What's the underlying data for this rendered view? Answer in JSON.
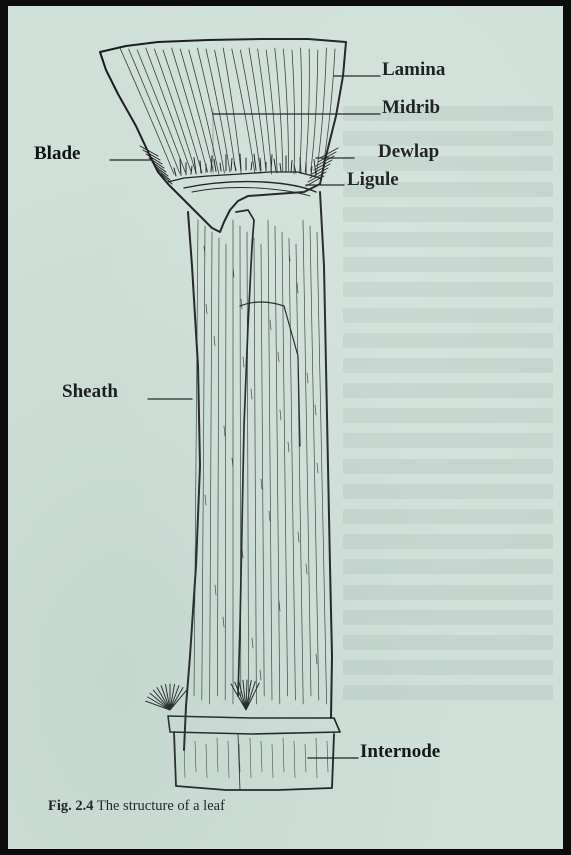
{
  "diagram": {
    "labels": {
      "lamina": "Lamina",
      "midrib": "Midrib",
      "dewlap": "Dewlap",
      "ligule": "Ligule",
      "blade": "Blade",
      "sheath": "Sheath",
      "internode": "Internode"
    },
    "caption": {
      "fig_number": "Fig. 2.4",
      "text": "The structure of a leaf"
    }
  },
  "colors": {
    "background": "#cfe0d8",
    "ink": "#121212",
    "frame": "#0c0c0c"
  }
}
